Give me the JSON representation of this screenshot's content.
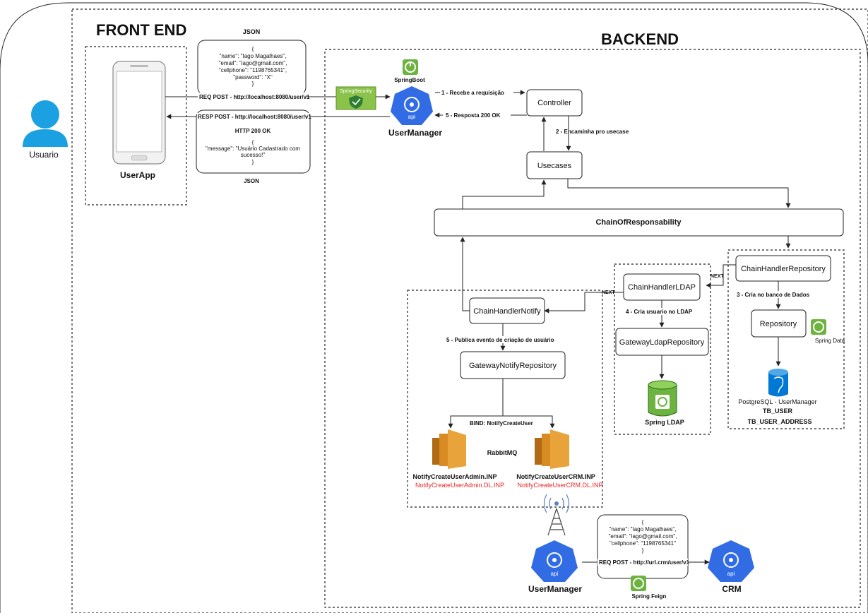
{
  "actor": {
    "label": "Usuario"
  },
  "sections": {
    "front_end": "FRONT END",
    "backend": "BACKEND"
  },
  "frontend": {
    "app_label": "UserApp"
  },
  "request": {
    "json_label_top": "JSON",
    "body": [
      "{",
      "\"name\": \"Iago Magalhaes\",",
      "\"email\": \"iago@gmail.com\",",
      "\"cellphone\": \"1198765341\",",
      "\"password\": \"X\"",
      "}"
    ],
    "req_label": "REQ POST -  http://localhost:8080/user/v1"
  },
  "response": {
    "resp_label": "RESP POST -  http://localhost:8080/user/v1",
    "status": "HTTP 200 OK",
    "body": [
      "{",
      "\"message\": \"Usuário Cadastrado com",
      "sucesso!\"",
      "}"
    ],
    "json_label_bottom": "JSON"
  },
  "icons": {
    "spring_security": "SpringSecurity",
    "spring_boot": "SpringBoot",
    "api": "api",
    "spring_data": "Spring Data",
    "spring_ldap": "Spring LDAP",
    "spring_feign": "Spring Feign"
  },
  "backend": {
    "user_manager": "UserManager",
    "controller": "Controller",
    "usecases": "Usecases",
    "chain": "ChainOfResponsability",
    "handler_repository": "ChainHandlerRepository",
    "handler_ldap": "ChainHandlerLDAP",
    "handler_notify": "ChainHandlerNotify",
    "repository": "Repository",
    "gateway_ldap": "GatewayLdapRepository",
    "gateway_notify": "GatewayNotifyRepository",
    "postgres": "PostgreSQL - UserManager",
    "tb_user": "TB_USER",
    "tb_user_address": "TB_USER_ADDRESS",
    "rabbitmq": "RabbitMQ",
    "bind": "BIND: NotifyCreateUser",
    "queue_admin": "NotifyCreateUserAdmin.INP",
    "queue_admin_dl": "NotifyCreateUserAdmin.DL.INP",
    "queue_crm": "NotifyCreateUserCRM.INP",
    "queue_crm_dl": "NotifyCreateUserCRM.DL.INP",
    "next1": "NEXT",
    "next2": "NEXT"
  },
  "steps": {
    "s1": "1 - Recebe a requisição",
    "s2": "2 - Encaminha pro usecase",
    "s3": "3 - Cria no banco de Dados",
    "s4": "4 - Cria usuario no LDAP",
    "s5_publish": "5 - Publica evento de criação de usuário",
    "s5_response": "5 - Resposta 200 OK"
  },
  "crm_call": {
    "body": [
      "{",
      "\"name\": \"Iago Magalhaes\",",
      "\"email\": \"iago@gmail.com\",",
      "\"cellphone\": \"1198765341\"",
      "}"
    ],
    "req_label": "REQ POST -  http://url.crm/user/v1",
    "user_manager": "UserManager",
    "crm": "CRM"
  },
  "colors": {
    "actor_blue": "#1ba1e2",
    "api_blue": "#326ce5",
    "spring_green": "#6db33f",
    "security_green": "#8bc34a",
    "postgres_blue": "#0078d4",
    "rabbit_orange": "#e8a33a",
    "dl_red": "#e8262a"
  }
}
